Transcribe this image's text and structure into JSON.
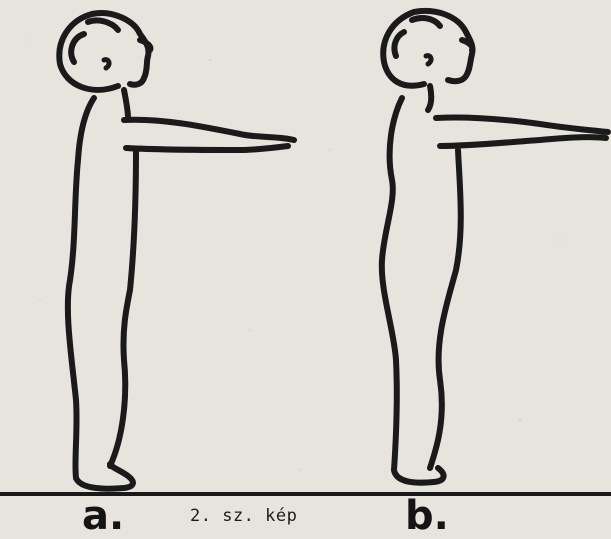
{
  "figures": [
    {
      "label": "a."
    },
    {
      "label": "b."
    }
  ],
  "caption": "2. sz. kép",
  "colors": {
    "paper": "#e6e4dc",
    "ink": "#1a1a1a"
  }
}
